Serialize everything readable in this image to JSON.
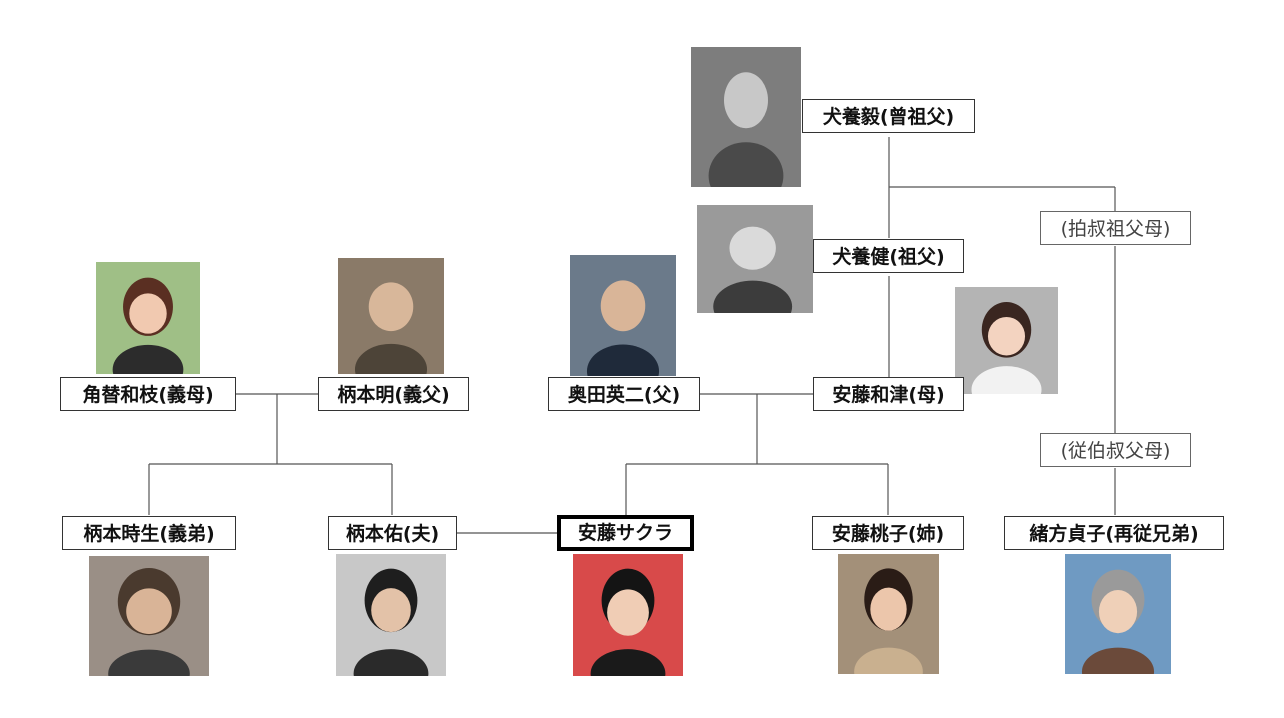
{
  "people": {
    "inukai_tsuyoshi": "犬養毅(曾祖父)",
    "inukai_ken": "犬養健(祖父)",
    "kado_kazue": "角替和枝(義母)",
    "emoto_akira": "柄本明(義父)",
    "okuda_eiji": "奥田英二(父)",
    "ando_kazu": "安藤和津(母)",
    "emoto_tokio": "柄本時生(義弟)",
    "emoto_tasuku": "柄本佑(夫)",
    "ando_sakura": "安藤サクラ",
    "ando_momoko": "安藤桃子(姉)",
    "ogata_sadako": "緒方貞子(再従兄弟)"
  },
  "relations": {
    "great_grand_uncle_aunt": "(拍叔祖父母)",
    "first_cousin_once_removed": "(従伯叔父母)"
  },
  "colors": {
    "line": "#555555",
    "border": "#333333",
    "main_border": "#000000"
  }
}
